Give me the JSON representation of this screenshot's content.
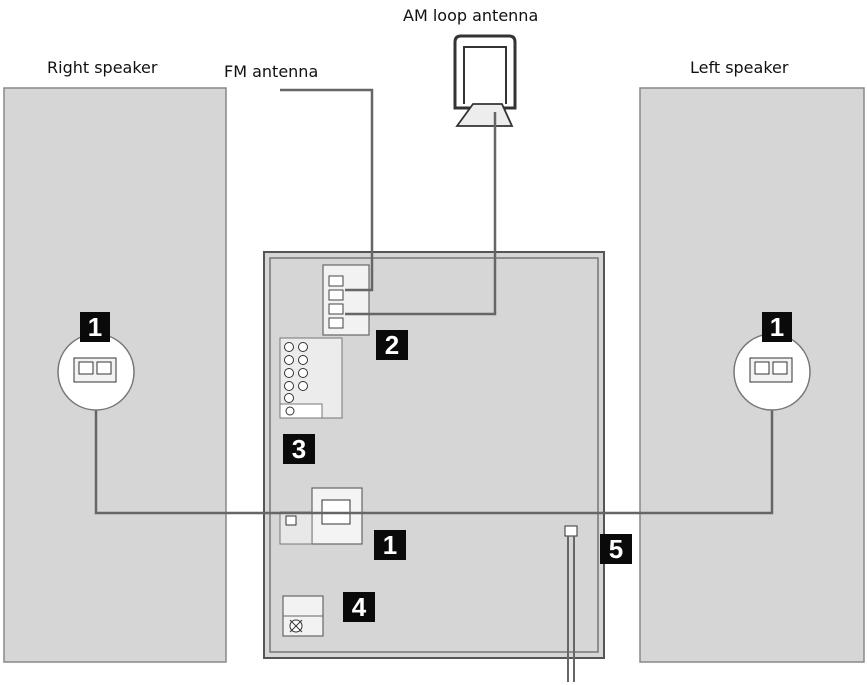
{
  "labels": {
    "right_speaker": "Right speaker",
    "fm_antenna": "FM antenna",
    "am_loop_antenna": "AM loop antenna",
    "left_speaker": "Left speaker"
  },
  "callouts": {
    "speaker_right": "1",
    "speaker_left": "1",
    "speaker_unit": "1",
    "antenna": "2",
    "audio_jacks": "3",
    "voltage": "4",
    "power": "5"
  },
  "colors": {
    "panel_fill": "#d6d6d6",
    "cable": "#666666",
    "badge": "#0a0a0a"
  }
}
